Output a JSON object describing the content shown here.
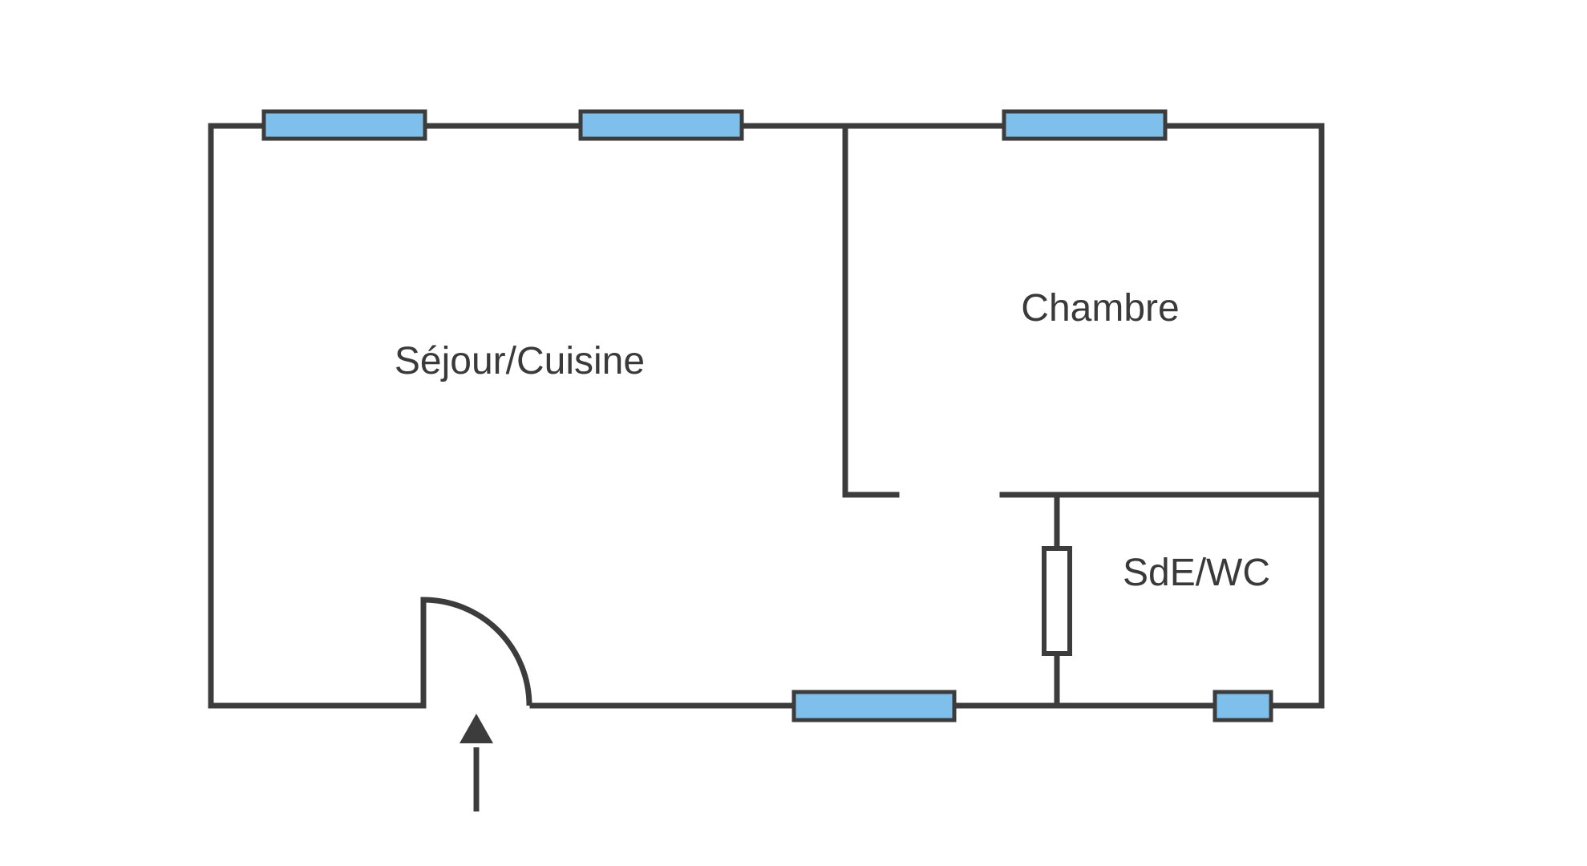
{
  "rooms": {
    "sejour": "Séjour/Cuisine",
    "chambre": "Chambre",
    "sde": "SdE/WC"
  },
  "colors": {
    "wall": "#3c3c3c",
    "window": "#7fbfec",
    "background": "#ffffff",
    "label": "#3a3a3a"
  },
  "icons": {
    "entrance": "entrance-arrow-icon",
    "door": "door-swing-icon"
  }
}
